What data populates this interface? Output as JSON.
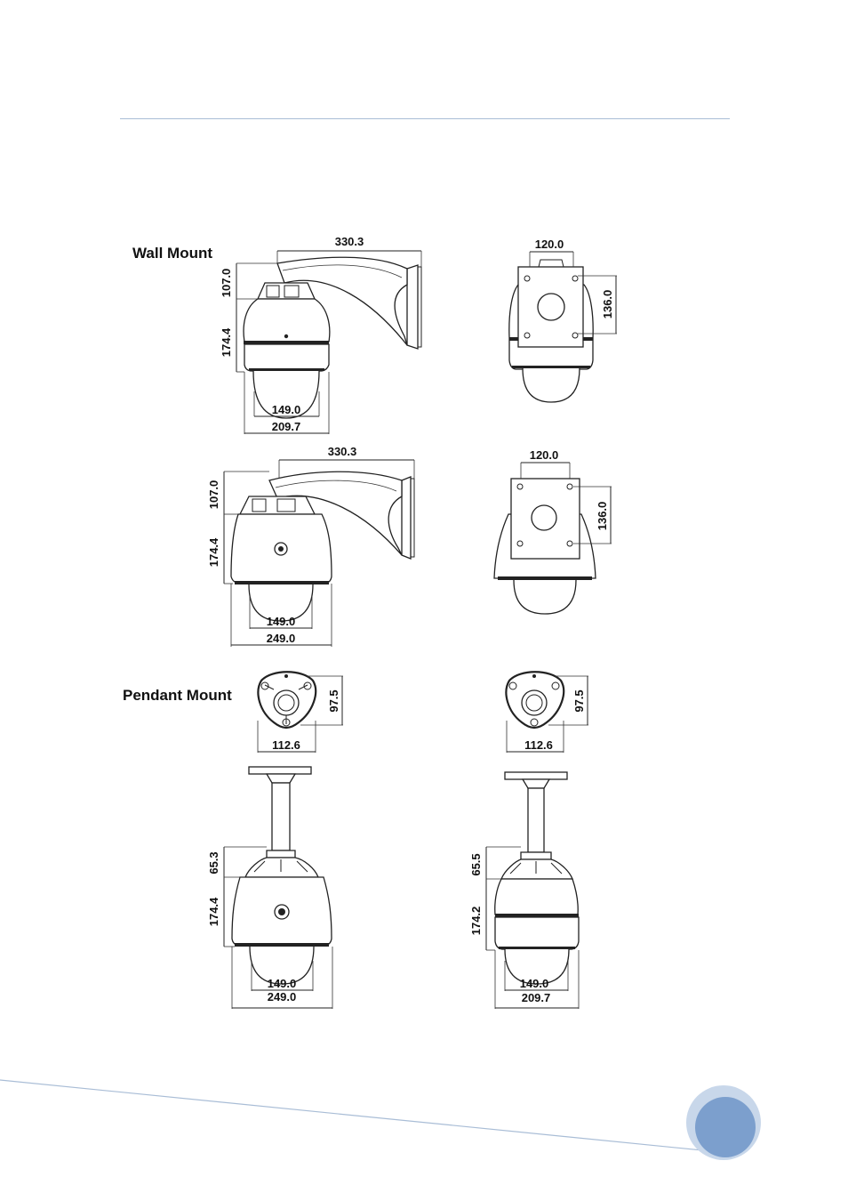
{
  "sections": {
    "wall_mount_title": "Wall Mount",
    "pendant_mount_title": "Pendant Mount"
  },
  "dimensions": {
    "wall_a": {
      "arm_length": "330.3",
      "top_height": "107.0",
      "body_height": "174.4",
      "dome_width": "149.0",
      "body_width": "209.7"
    },
    "wall_a_back": {
      "plate_width": "120.0",
      "plate_height": "136.0"
    },
    "wall_b": {
      "arm_length": "330.3",
      "top_height": "107.0",
      "body_height": "174.4",
      "dome_width": "149.0",
      "body_width": "249.0"
    },
    "wall_b_back": {
      "plate_width": "120.0",
      "plate_height": "136.0"
    },
    "pendant_cap_left": {
      "height": "97.5",
      "width": "112.6"
    },
    "pendant_cap_right": {
      "height": "97.5",
      "width": "112.6"
    },
    "pendant_left": {
      "top_height": "65.3",
      "body_height": "174.4",
      "dome_width": "149.0",
      "body_width": "249.0"
    },
    "pendant_right": {
      "top_height": "65.5",
      "body_height": "174.2",
      "dome_width": "149.0",
      "body_width": "209.7"
    }
  },
  "colors": {
    "rule": "#a9bdd6",
    "circle_outer": "#c8d7ea",
    "circle_inner": "#7c9fcd"
  }
}
